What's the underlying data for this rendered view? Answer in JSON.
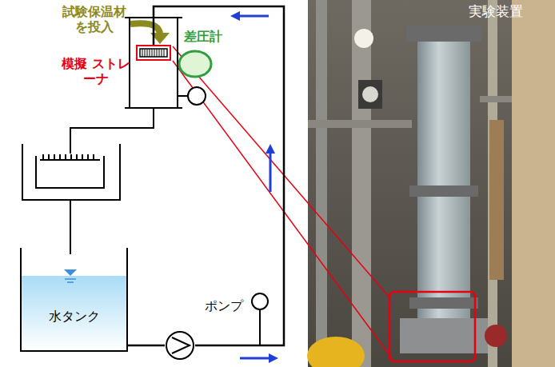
{
  "diagram": {
    "nodes": [
      {
        "text": [
          "模擬 ストレーナ"
        ]
      },
      {
        "text": [
          "差圧計"
        ]
      },
      {
        "text": [
          "水タンク"
        ]
      },
      {
        "text": [
          "ポンプ"
        ]
      }
    ],
    "edges": [
      {
        "from": 2,
        "to": 3,
        "arrow": "none"
      },
      {
        "from": 3,
        "to": 0,
        "arrow": "none"
      }
    ],
    "labels": [
      "試験保温材 を投入",
      "実験装置"
    ]
  }
}
